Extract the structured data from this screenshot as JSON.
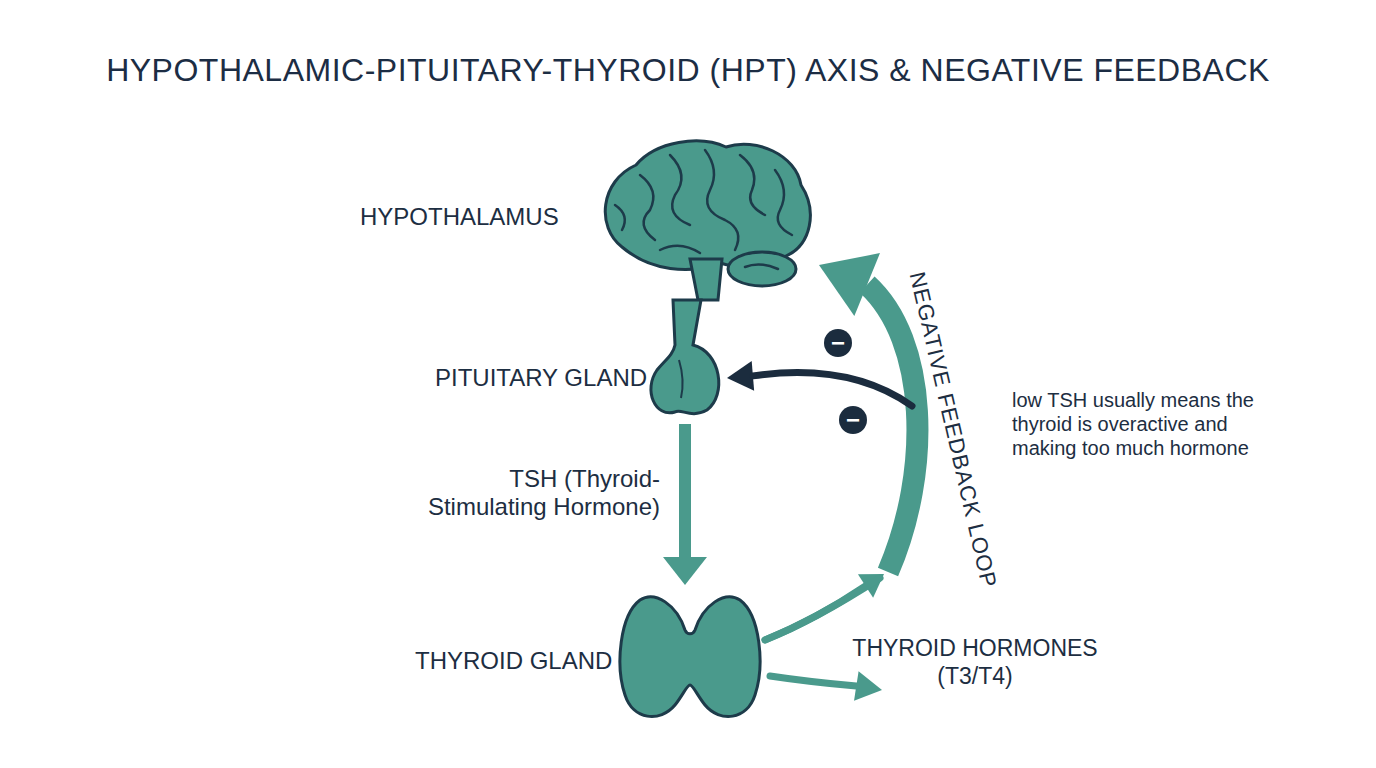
{
  "diagram": {
    "title": "HYPOTHALAMIC-PITUITARY-THYROID (HPT) AXIS & NEGATIVE FEEDBACK",
    "nodes": [
      {
        "text": [
          "HYPOTHALAMUS"
        ]
      },
      {
        "text": [
          "PITUITARY GLAND"
        ]
      },
      {
        "text": [
          "THYROID GLAND"
        ]
      }
    ],
    "edges": [
      {
        "from": 1,
        "to": 2,
        "arrow": "to",
        "label": "TSH (Thyroid-Stimulating Hormone)"
      },
      {
        "from": 2,
        "to": 0,
        "arrow": "to",
        "label": "NEGATIVE FEEDBACK LOOP"
      },
      {
        "from": 2,
        "to": 1,
        "arrow": "to"
      }
    ],
    "labels": [
      "−",
      "−",
      "THYROID HORMONES (T3/T4)",
      "low TSH usually means the thyroid is overactive and making too much hormone"
    ]
  }
}
